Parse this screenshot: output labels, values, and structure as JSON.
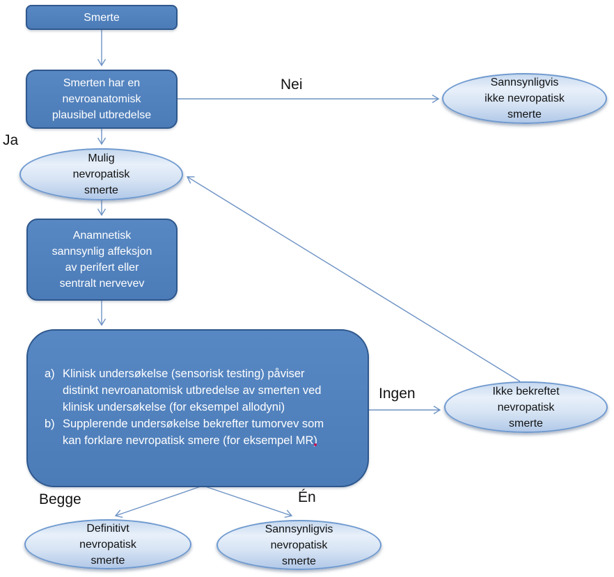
{
  "diagram": {
    "title_hint": "Flytskjema for diagnostikk av nevropatisk smerte",
    "nodes": {
      "smerte": {
        "label": "Smerte"
      },
      "plausibel": {
        "label": "Smerten har en\nnevroanatomisk\nplausibel utbredelse"
      },
      "mulig": {
        "label": "Mulig\nnevropatisk\nsmerte"
      },
      "anamnetisk": {
        "label": "Anamnetisk\nsannsynlig affeksjon\nav perifert eller\nsentralt nervevev"
      },
      "kriterier": {
        "item_a_marker": "a)",
        "item_a": "Klinisk undersøkelse (sensorisk testing) påviser\ndistinkt nevroanatomisk utbredelse av smerten ved\nklinisk undersøkelse (for eksempel allodyni)",
        "item_b_marker": "b)",
        "item_b": "Supplerende undersøkelse bekrefter tumorvev som\nkan forklare nevropatisk smere (for eksempel MR)"
      },
      "sannsynligvis_ikke": {
        "label": "Sannsynligvis\nikke nevropatisk\nsmerte"
      },
      "ikke_bekreftet": {
        "label": "Ikke bekreftet\nnevropatisk\nsmerte"
      },
      "definitivt": {
        "label": "Definitivt\nnevropatisk\nsmerte"
      },
      "sannsynligvis": {
        "label": "Sannsynligvis\nnevropatisk\nsmerte"
      }
    },
    "edge_labels": {
      "ja": "Ja",
      "nei": "Nei",
      "ingen": "Ingen",
      "begge": "Begge",
      "en": "Én"
    },
    "edges": [
      {
        "from": "smerte",
        "to": "plausibel",
        "label": ""
      },
      {
        "from": "plausibel",
        "to": "sannsynligvis_ikke",
        "label": "Nei"
      },
      {
        "from": "plausibel",
        "to": "mulig",
        "label": "Ja"
      },
      {
        "from": "mulig",
        "to": "anamnetisk",
        "label": ""
      },
      {
        "from": "anamnetisk",
        "to": "kriterier",
        "label": ""
      },
      {
        "from": "kriterier",
        "to": "ikke_bekreftet",
        "label": "Ingen"
      },
      {
        "from": "ikke_bekreftet",
        "to": "mulig",
        "label": ""
      },
      {
        "from": "kriterier",
        "to": "definitivt",
        "label": "Begge"
      },
      {
        "from": "kriterier",
        "to": "sannsynligvis",
        "label": "Én"
      }
    ],
    "colors": {
      "node_fill": "#4c7cb8",
      "node_fill_top": "#5888c3",
      "node_border": "#2e578c",
      "node_text": "#ffffff",
      "ellipse_border": "#6e99cf",
      "ellipse_fill_light": "#e8f0fa",
      "ellipse_fill_dark": "#b2c9e8",
      "arrow": "#6d92c4",
      "label_text": "#111111",
      "stray_dot": "#c0145a"
    }
  }
}
